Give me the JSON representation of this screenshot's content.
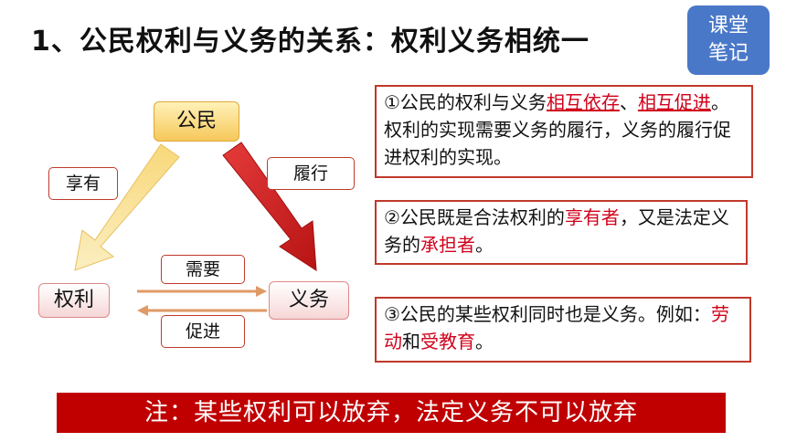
{
  "title": "1、公民权利与义务的关系：权利义务相统一",
  "badge": {
    "line1": "课堂",
    "line2": "笔记"
  },
  "diagram": {
    "citizen": "公民",
    "rights": "权利",
    "duties": "义务",
    "enjoy": "享有",
    "perform": "履行",
    "need": "需要",
    "promote": "促进"
  },
  "points": {
    "p1": {
      "a": "①公民的权利与义务",
      "b": "相互依存",
      "c": "、",
      "d": "相互促进",
      "e": "。权利的实现需要义务的履行，义务的履行促进权利的实现。"
    },
    "p2": {
      "a": "②公民既是合法权利的",
      "b": "享有者",
      "c": "，又是法定义务的",
      "d": "承担者",
      "e": "。"
    },
    "p3": {
      "a": "③公民的某些权利同时也是义务。例如：",
      "b": "劳动",
      "c": "和",
      "d": "受教育",
      "e": "。"
    }
  },
  "note": "注：某些权利可以放弃，法定义务不可以放弃",
  "colors": {
    "accent": "#c0392b",
    "badge": "#4a78c8",
    "note_bg": "#c00000"
  }
}
